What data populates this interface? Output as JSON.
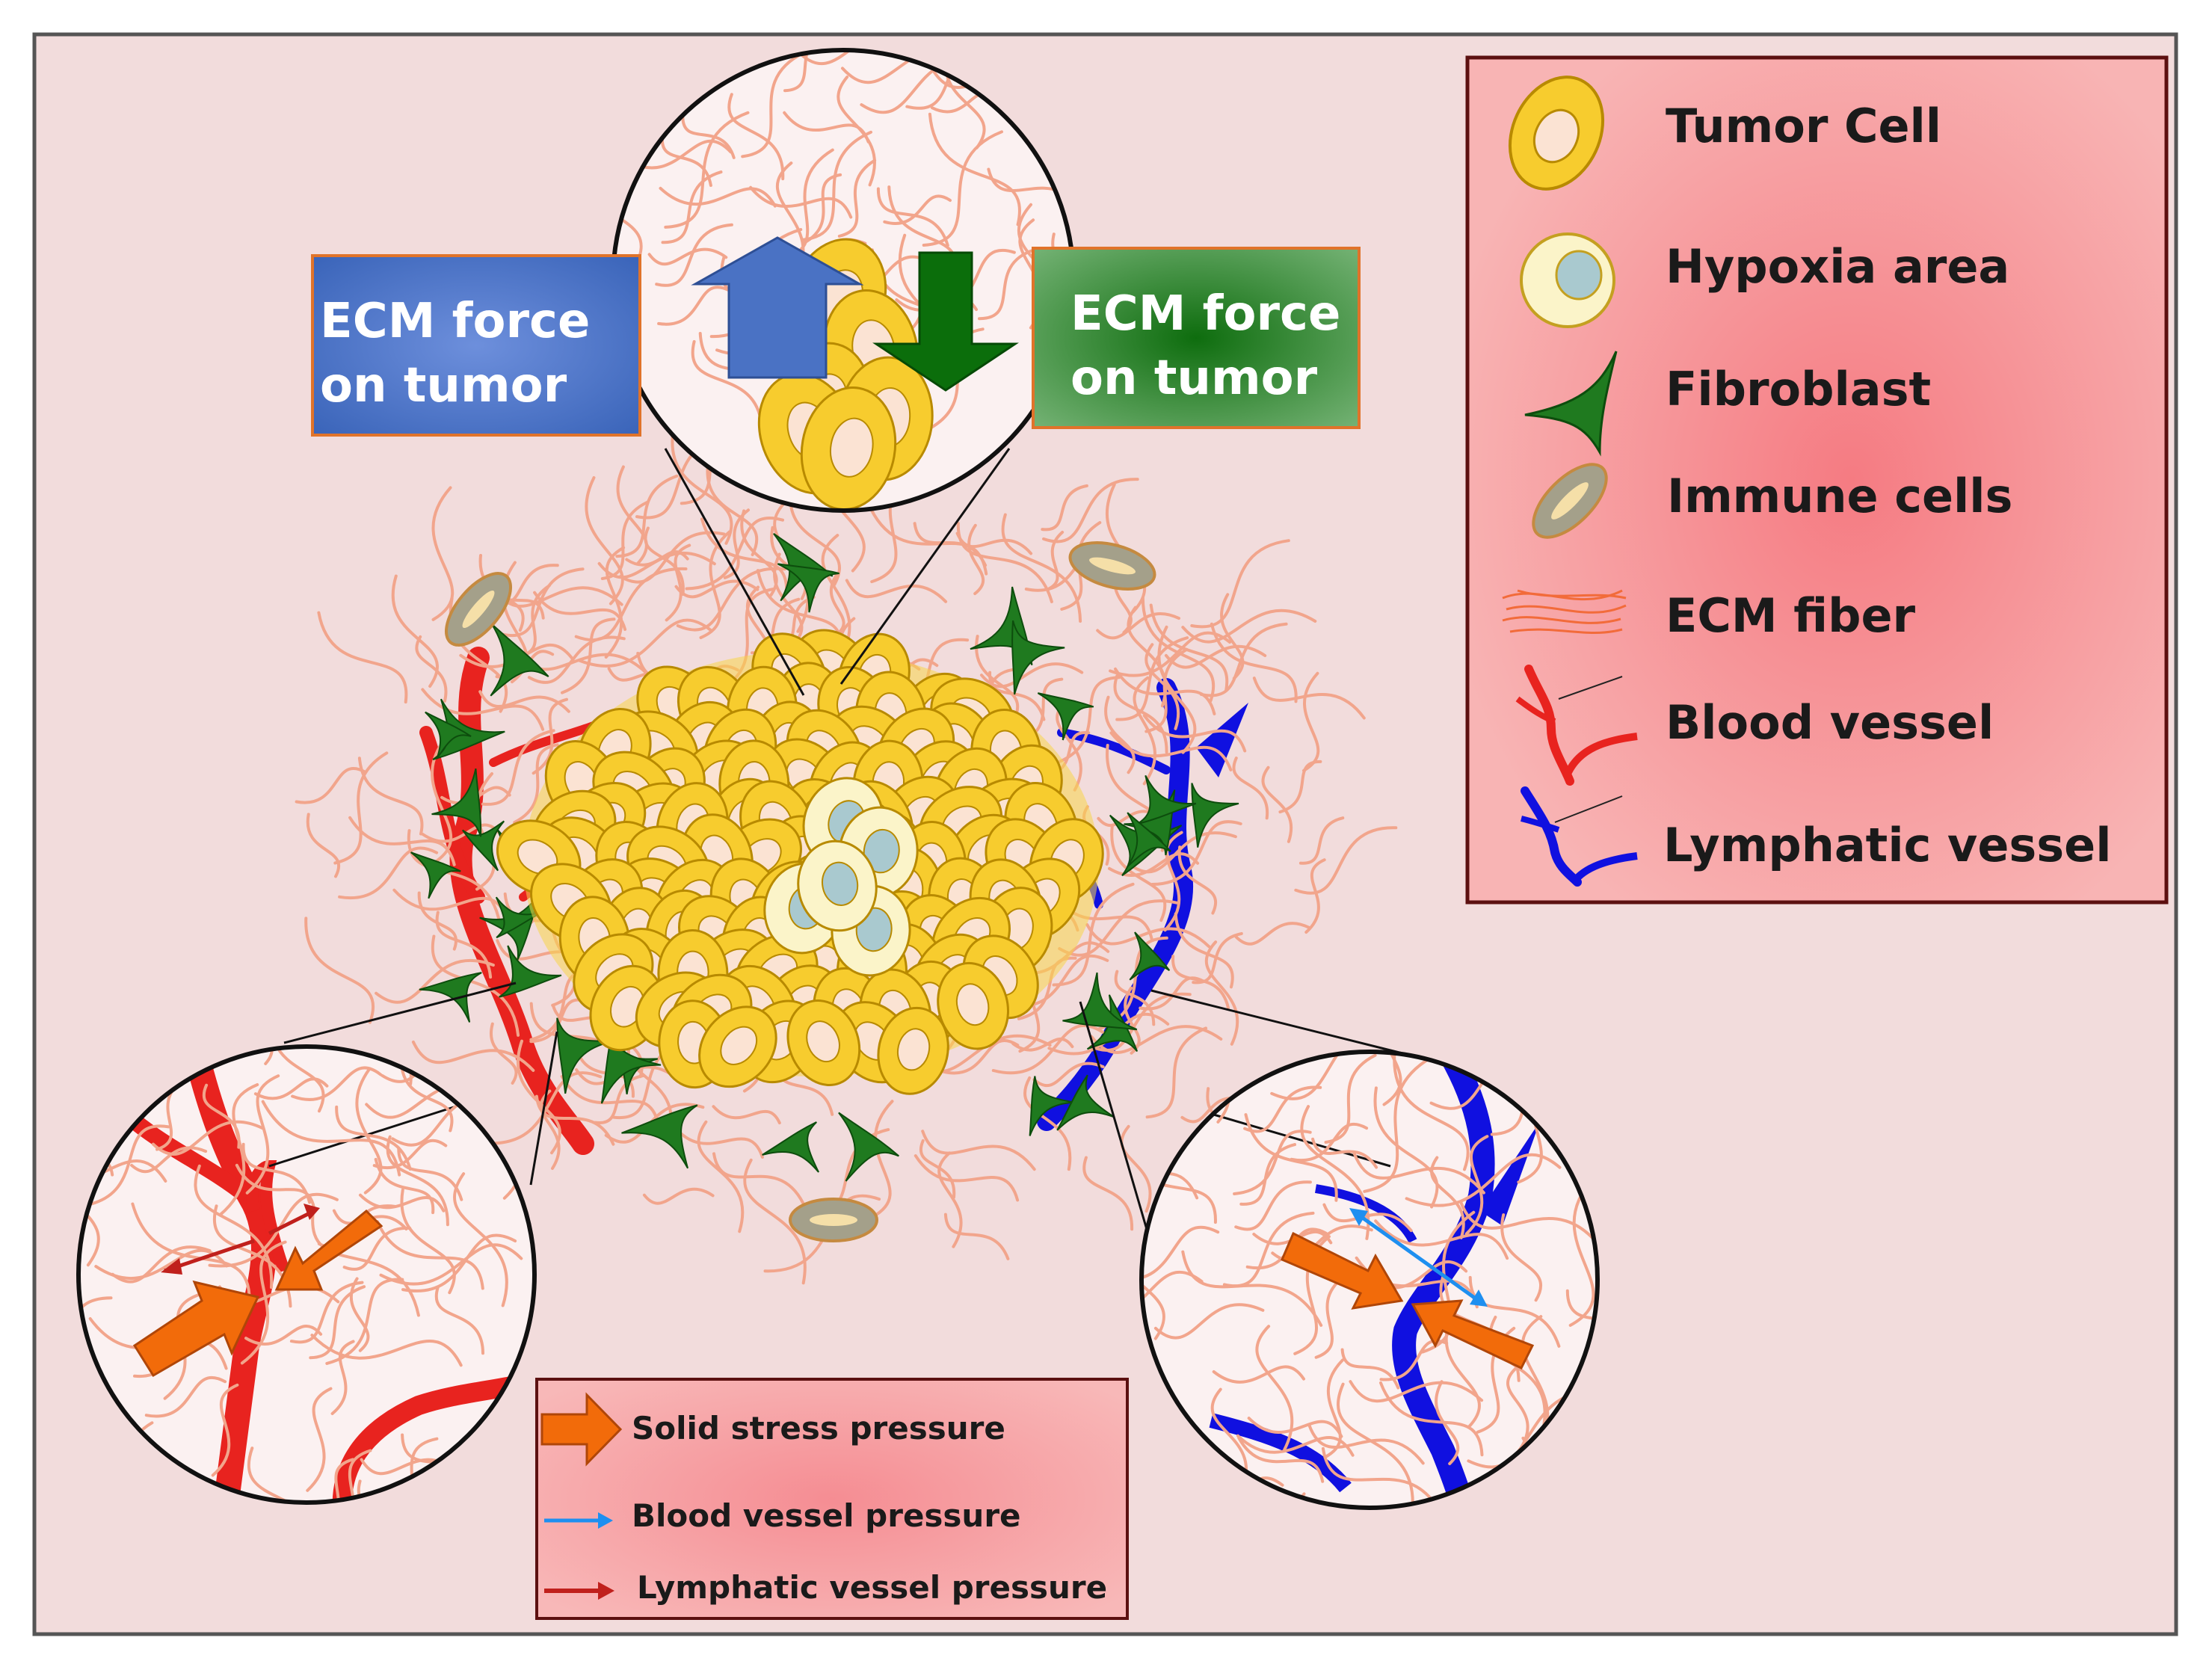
{
  "force_labels": {
    "left": [
      "ECM force",
      "on tumor"
    ],
    "right": [
      "ECM force",
      "on tumor"
    ]
  },
  "legend": {
    "items": [
      {
        "icon": "tumor-cell-icon",
        "label": "Tumor Cell"
      },
      {
        "icon": "hypoxia-cell-icon",
        "label": "Hypoxia area"
      },
      {
        "icon": "fibroblast-icon",
        "label": "Fibroblast"
      },
      {
        "icon": "immune-cell-icon",
        "label": "Immune cells"
      },
      {
        "icon": "ecm-fiber-icon",
        "label": "ECM fiber"
      },
      {
        "icon": "blood-vessel-icon",
        "label": "Blood vessel"
      },
      {
        "icon": "lymphatic-vessel-icon",
        "label": "Lymphatic vessel"
      }
    ]
  },
  "pressure_legend": {
    "items": [
      {
        "icon": "solid-stress-arrow-icon",
        "label": "Solid stress pressure"
      },
      {
        "icon": "blood-pressure-arrow-icon",
        "label": "Blood vessel pressure"
      },
      {
        "icon": "lymphatic-pressure-arrow-icon",
        "label": "Lymphatic vessel pressure"
      }
    ]
  },
  "colors": {
    "background": "#f2dcdc",
    "tumor_cell": "#f7cc2e",
    "tumor_nucleus": "#fbe3d3",
    "hypoxia_cell": "#fbf4c9",
    "hypoxia_nucleus": "#a9c9cf",
    "fibroblast": "#1f7a1f",
    "immune_cell": "#a4a08a",
    "ecm_fiber": "#f2a58c",
    "blood_vessel": "#e8231f",
    "lymphatic_vessel": "#1010e0",
    "solid_stress": "#f26b0a",
    "blood_pressure_arrow": "#1e8ff0",
    "lymphatic_pressure_arrow": "#c0201c",
    "force_box_blue": "#4a72c4",
    "force_box_green": "#2f8f2f",
    "legend_pink": "#f7a6a6"
  }
}
